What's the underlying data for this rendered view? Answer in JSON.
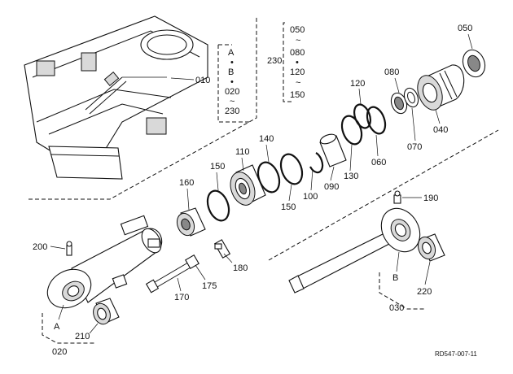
{
  "callouts": {
    "p010": "010",
    "p020": "020",
    "p030": "030",
    "p040": "040",
    "p050": "050",
    "p060": "060",
    "p070": "070",
    "p080": "080",
    "p090": "090",
    "p100": "100",
    "p110": "110",
    "p120": "120",
    "p130": "130",
    "p140": "140",
    "p150a": "150",
    "p150b": "150",
    "p160": "160",
    "p170": "170",
    "p175": "175",
    "p180": "180",
    "p190": "190",
    "p200": "200",
    "p210": "210",
    "p220": "220",
    "pA": "A",
    "pB": "B"
  },
  "group_010": {
    "items": [
      "A",
      "B",
      "020",
      "~",
      "230"
    ]
  },
  "group_230": {
    "label": "230",
    "items": [
      "050",
      "~",
      "080",
      "120",
      "~",
      "150"
    ]
  },
  "drawing_code": "RD547-007-11"
}
